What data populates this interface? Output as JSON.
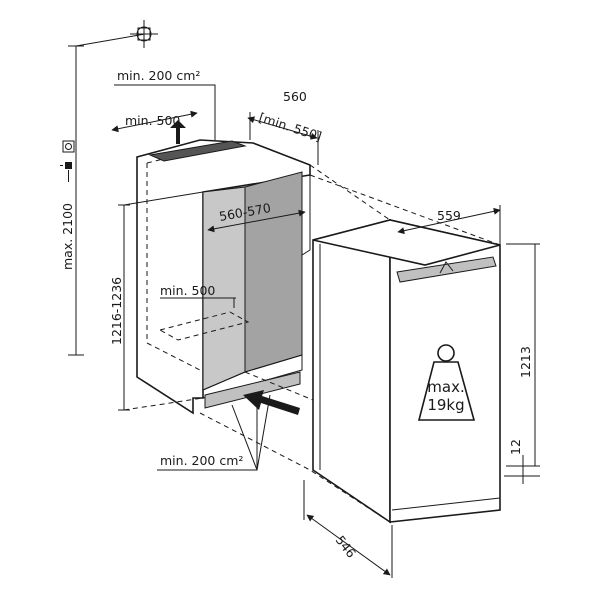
{
  "labels": {
    "max_height": "max. 2100",
    "top_vent": "min. 200 cm²",
    "top_depth": "min. 500",
    "niche_depth": "560",
    "niche_depth_min": "[min. 550]",
    "niche_width": "560-570",
    "niche_height": "1216-1236",
    "inner_depth": "min. 500",
    "bottom_vent": "min. 200 cm²",
    "appliance_width": "559",
    "appliance_height": "1213",
    "appliance_depth": "546",
    "foot_height": "12",
    "weight_line1": "max.",
    "weight_line2": "19kg"
  },
  "colors": {
    "line": "#1a1a1a",
    "niche_back": "#a3a3a3",
    "niche_side": "#c8c8c8",
    "grille": "#c0c0c0",
    "appliance_fill": "#ffffff"
  }
}
